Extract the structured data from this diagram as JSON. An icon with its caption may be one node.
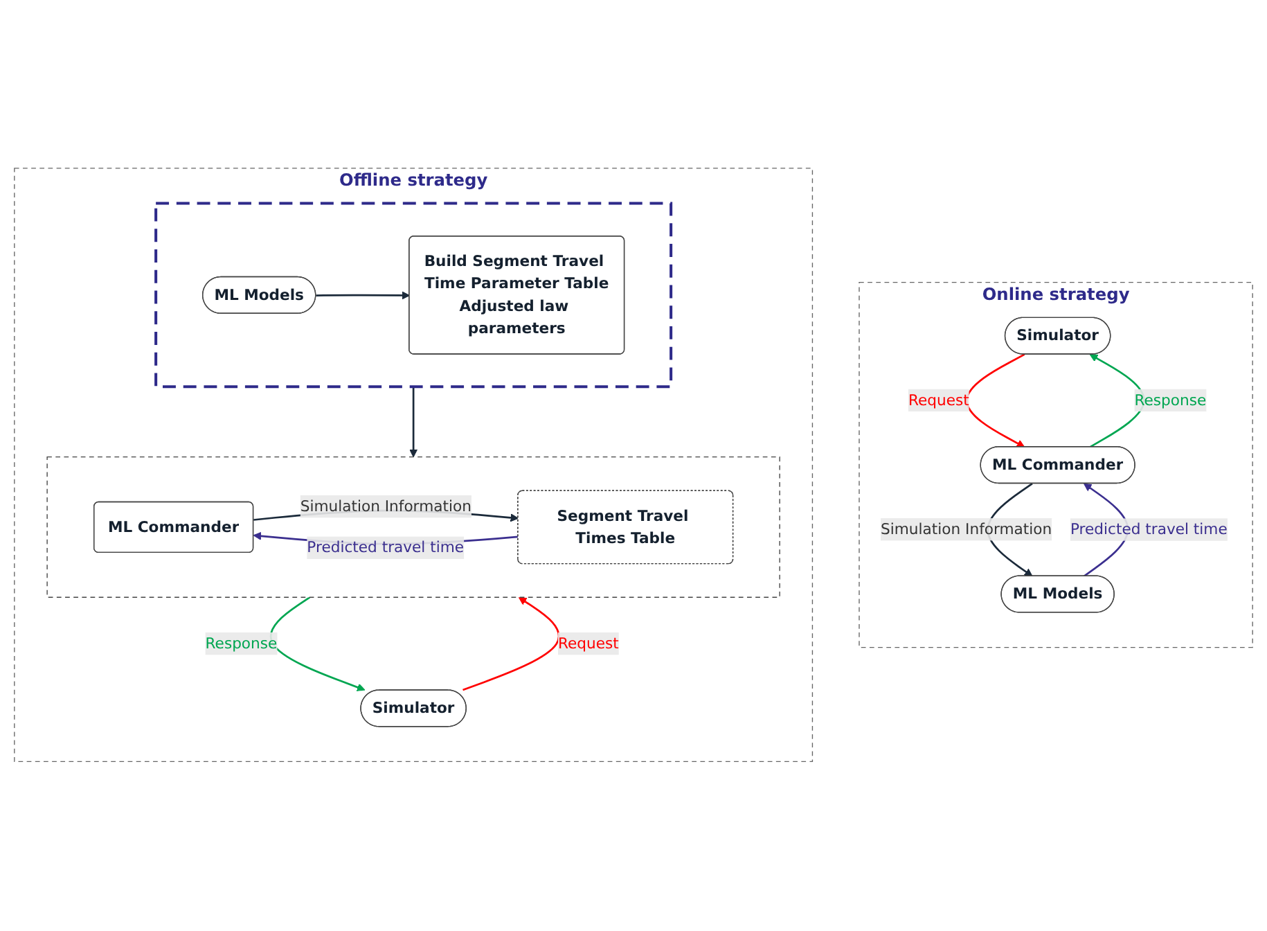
{
  "diagram": {
    "nodes": [
      {
        "text": [
          "Online strategy"
        ]
      },
      {
        "text": [
          "Simulator"
        ],
        "in": 0
      },
      {
        "text": [
          "ML Commander"
        ],
        "in": 0
      },
      {
        "text": [
          "ML Models"
        ],
        "in": 0
      },
      {
        "text": [
          "Offline strategy"
        ]
      },
      {
        "text": [
          "Simulator"
        ],
        "in": 4
      },
      {
        "text": [],
        "shape": "box",
        "in": 4
      },
      {
        "text": [
          "ML Commander"
        ],
        "in": 6
      },
      {
        "text": [
          "Segment Travel Times Table"
        ],
        "in": 6
      },
      {
        "text": [],
        "shape": "box",
        "in": 4
      },
      {
        "text": [
          "Build Segment Travel Time Parameter Table",
          "Adjusted law parameters"
        ],
        "in": 9
      },
      {
        "text": [
          "ML Models"
        ],
        "in": 9
      }
    ],
    "edges": [
      {
        "from": 2,
        "to": 1,
        "arrow": "to",
        "label": "Response",
        "color": "#00a651"
      },
      {
        "from": 1,
        "to": 2,
        "arrow": "to",
        "label": "Request",
        "color": "#ff0000"
      },
      {
        "from": 3,
        "to": 2,
        "arrow": "to",
        "label": "Predicted travel time",
        "color": "#3b2f8f"
      },
      {
        "from": 2,
        "to": 3,
        "arrow": "to",
        "label": "Simulation Information"
      },
      {
        "from": 6,
        "to": 5,
        "arrow": "to",
        "label": "Response",
        "color": "#00a651"
      },
      {
        "from": 5,
        "to": 6,
        "arrow": "to",
        "label": "Request",
        "color": "#ff0000"
      },
      {
        "from": 8,
        "to": 7,
        "arrow": "to",
        "label": "Predicted travel time",
        "color": "#3b2f8f"
      },
      {
        "from": 7,
        "to": 8,
        "arrow": "to",
        "label": "Simulation Information"
      },
      {
        "from": 9,
        "to": 6,
        "arrow": "to"
      },
      {
        "from": 11,
        "to": 10,
        "arrow": "to"
      }
    ]
  }
}
